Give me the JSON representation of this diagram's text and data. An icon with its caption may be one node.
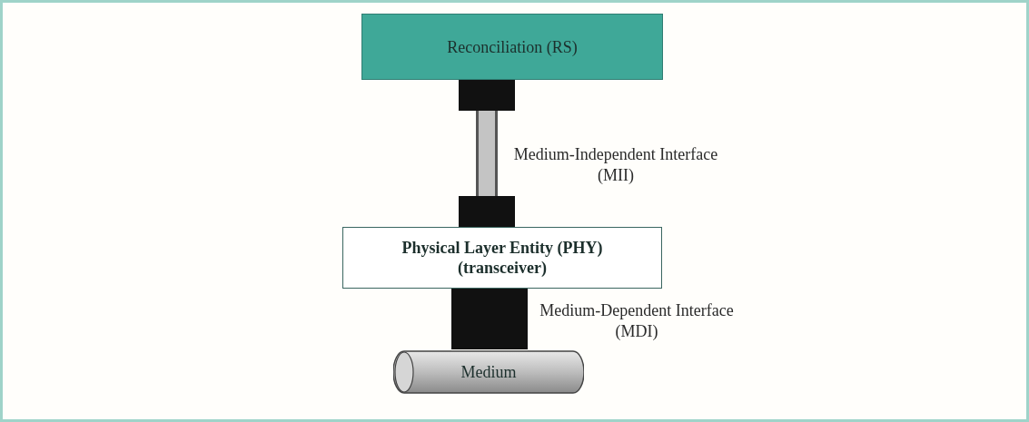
{
  "diagram": {
    "nodes": [
      {
        "text": [
          "Reconciliation (RS)"
        ]
      },
      {
        "text": [
          "Physical Layer Entity (PHY) (transceiver)"
        ]
      },
      {
        "text": [
          "Medium"
        ]
      }
    ],
    "edges": [
      {
        "from": 0,
        "to": 1,
        "arrow": "none",
        "label": "Medium-Independent Interface (MII)"
      },
      {
        "from": 1,
        "to": 2,
        "arrow": "none",
        "style": "thick",
        "label": "Medium-Dependent Interface (MDI)"
      }
    ]
  }
}
